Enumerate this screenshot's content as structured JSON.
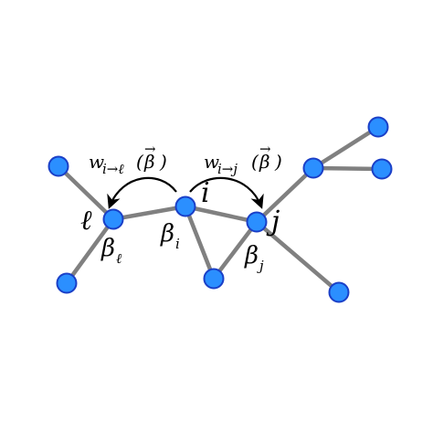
{
  "colors": {
    "background": "#ffffff",
    "edge": "#808080",
    "node_fill": "#2b8fff",
    "node_stroke": "#1a3fc7",
    "arrow": "#000000"
  },
  "nodes": [
    {
      "id": "ul",
      "label": ""
    },
    {
      "id": "l",
      "label": "ℓ"
    },
    {
      "id": "bl",
      "label": ""
    },
    {
      "id": "i",
      "label": "i"
    },
    {
      "id": "m",
      "label": ""
    },
    {
      "id": "j",
      "label": "j"
    },
    {
      "id": "br",
      "label": ""
    },
    {
      "id": "h",
      "label": ""
    },
    {
      "id": "tr1",
      "label": ""
    },
    {
      "id": "tr2",
      "label": ""
    }
  ],
  "edges": [
    {
      "from": "ul",
      "to": "l"
    },
    {
      "from": "l",
      "to": "bl"
    },
    {
      "from": "l",
      "to": "i"
    },
    {
      "from": "i",
      "to": "j"
    },
    {
      "from": "i",
      "to": "m"
    },
    {
      "from": "m",
      "to": "j"
    },
    {
      "from": "j",
      "to": "br"
    },
    {
      "from": "j",
      "to": "h"
    },
    {
      "from": "h",
      "to": "tr1"
    },
    {
      "from": "h",
      "to": "tr2"
    }
  ],
  "labels": {
    "node_l": "ℓ",
    "node_i": "i",
    "node_j": "j",
    "beta_symbol": "β",
    "beta_l_sub": "ℓ",
    "beta_i_sub": "i",
    "beta_j_sub": "j",
    "w_symbol": "w",
    "w_left_sub": "i→ℓ",
    "w_right_sub": "i→j",
    "w_arg_open": "(",
    "w_arg": "β",
    "w_arg_close": ")",
    "vector_arrow": "→"
  },
  "arrows": [
    {
      "from": "i",
      "to": "l",
      "label": "w_left"
    },
    {
      "from": "i",
      "to": "j",
      "label": "w_right"
    }
  ]
}
